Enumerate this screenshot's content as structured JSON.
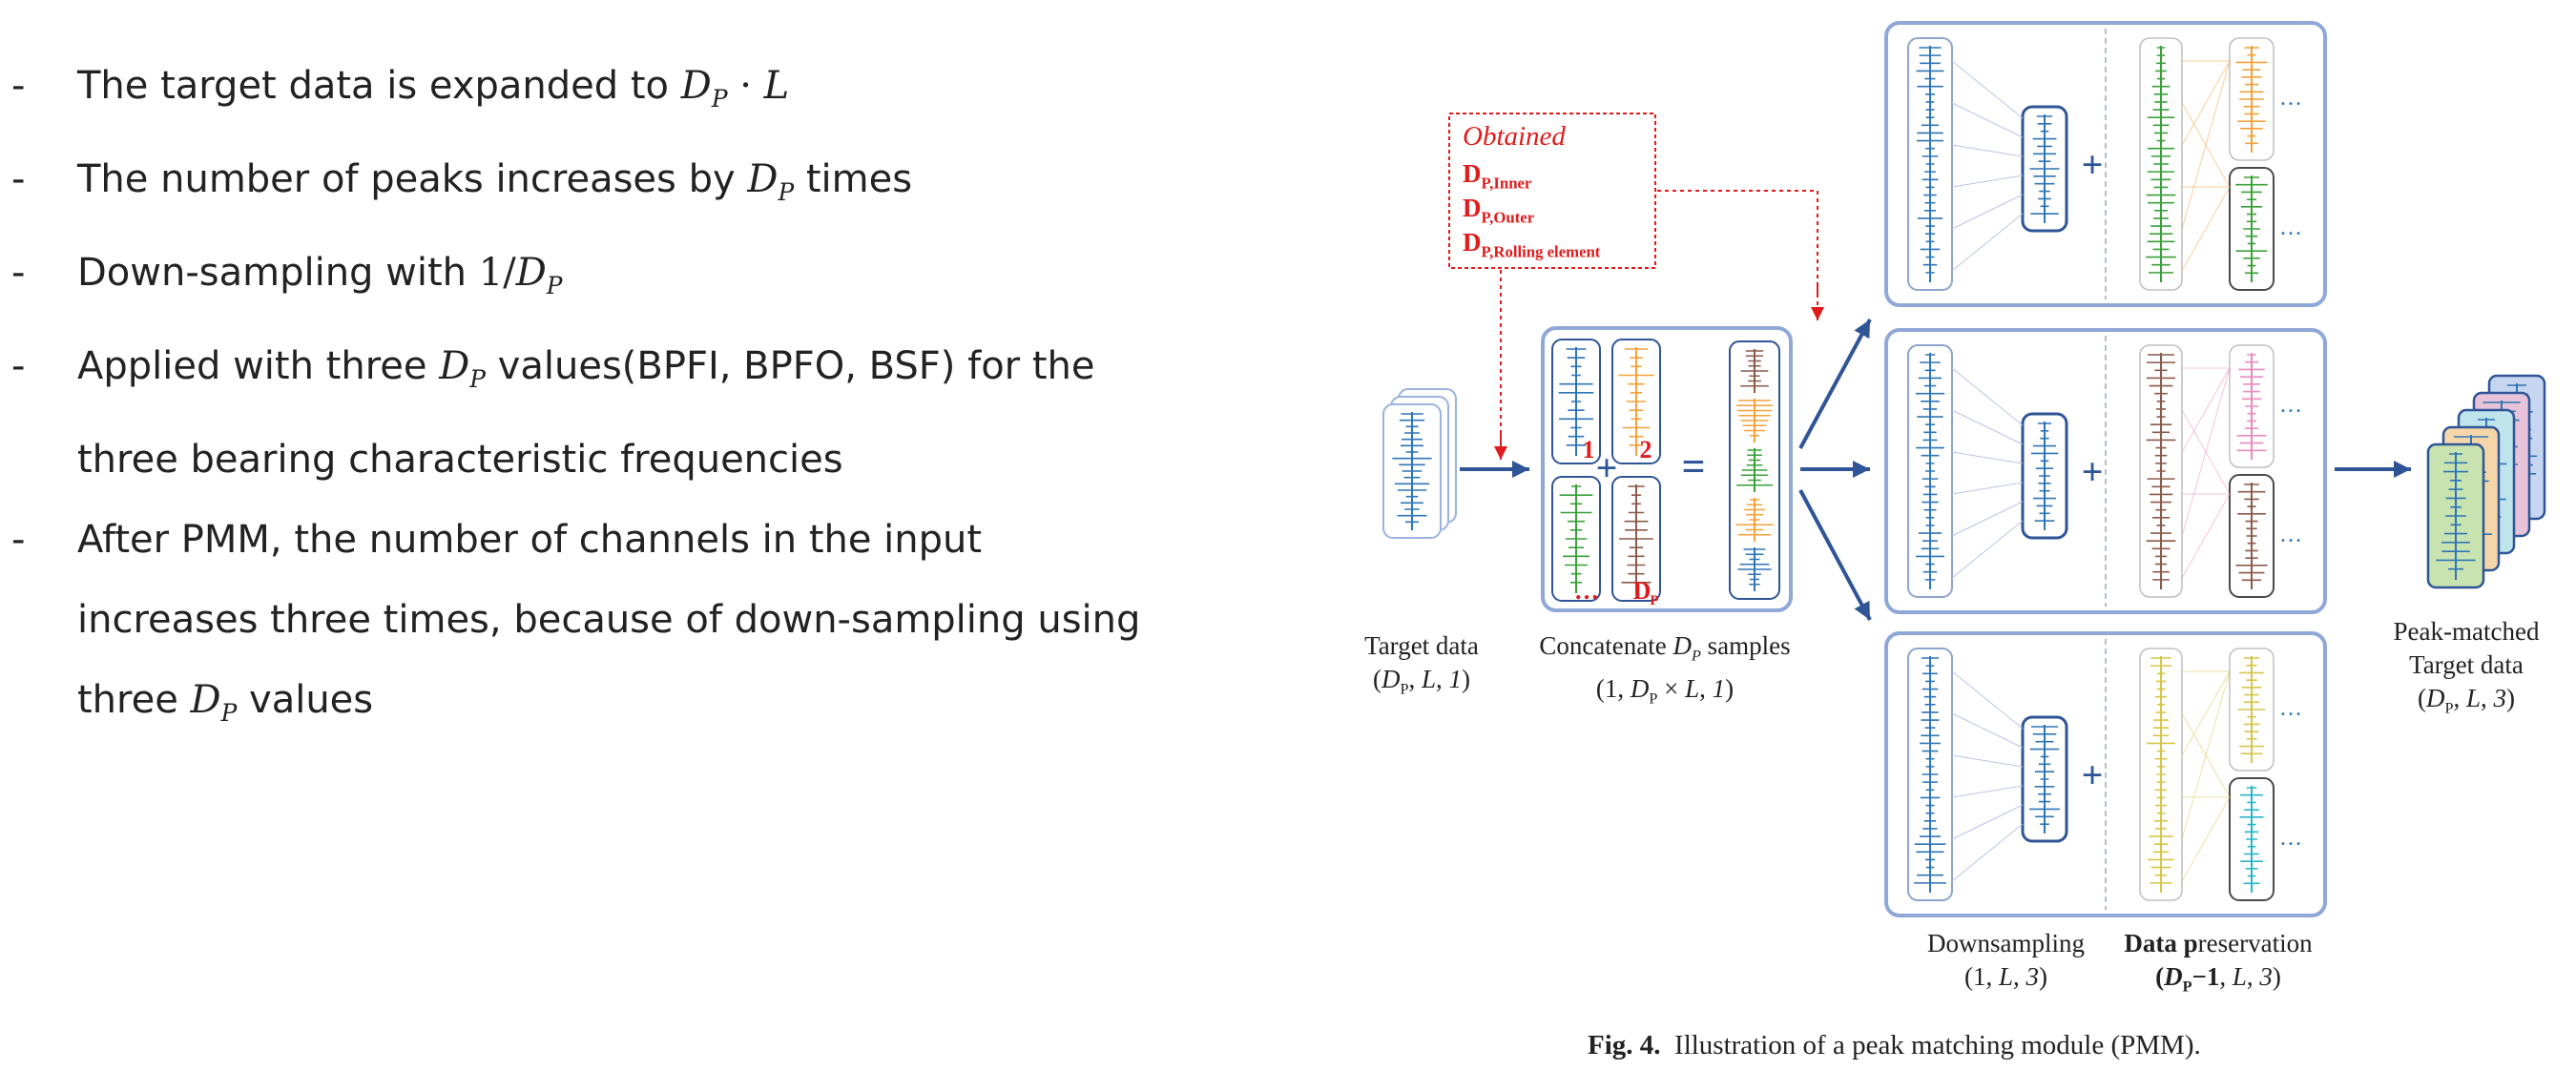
{
  "bullets": [
    {
      "text": "The target data is expanded to ",
      "math": "D_P · L"
    },
    {
      "text": "The number of peaks increases by ",
      "math": "D_P",
      "tail": " times"
    },
    {
      "text": "Down-sampling with  ",
      "math": "1/D_P"
    },
    {
      "text": "Applied with three  ",
      "math": "D_P",
      "tail": " values(BPFI, BPFO, BSF) for the"
    },
    {
      "text": "three bearing characteristic frequencies"
    },
    {
      "text": "After PMM, the number of channels in the input"
    },
    {
      "text": "increases three times, because of down-sampling using"
    },
    {
      "text": "three ",
      "math": "D_P",
      "tail": " values"
    }
  ],
  "diagram": {
    "obtained_title": "Obtained",
    "obtained_rows": [
      "Inner",
      "Outer",
      "Rolling element"
    ],
    "obtained_symbol": "D",
    "obtained_sub_prefix": "P,",
    "concat_labels": {
      "one": "1",
      "two": "2",
      "dots": "…",
      "dp": "D"
    },
    "plus": "+",
    "equals": "=",
    "ellipsis": "…",
    "captions": {
      "target": {
        "title": "Target data",
        "dims": "(D_P, L, 1)"
      },
      "concat": {
        "title": "Concatenate D_P samples",
        "dims": "(1, D_P × L, 1)"
      },
      "downsampling": {
        "title": "Downsampling",
        "dims": "(1, L, 3)"
      },
      "preservation": {
        "title": "Data preservation",
        "dims": "(D_P−1, L, 3)"
      },
      "peak": {
        "title1": "Peak-matched",
        "title2": "Target data",
        "dims": "(D_P, L, 3)"
      }
    },
    "figure_caption": {
      "label": "Fig. 4.",
      "text": "Illustration of a peak matching module (PMM)."
    }
  },
  "colors": {
    "frame": "#8fa8d8",
    "arrow": "#2f5597",
    "signal_blue": "#2e75b6",
    "red": "#e01b1b",
    "orange": "#f4a13a",
    "green": "#3aa03a",
    "brown": "#8b5a4a",
    "pink": "#e98bc0",
    "yellow": "#d6c64a",
    "cyan": "#2bb5c8"
  }
}
